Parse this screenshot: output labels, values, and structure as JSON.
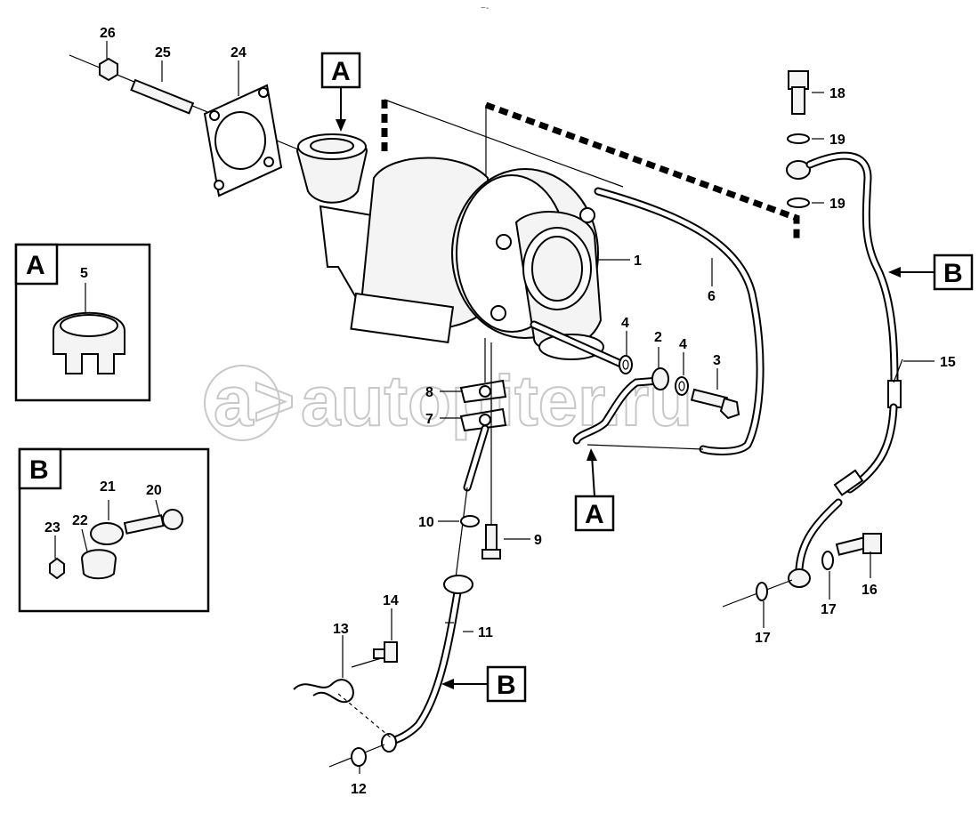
{
  "watermark": {
    "text": "autopiter.ru",
    "logo": "a>"
  },
  "top_mark": "~-",
  "callouts": {
    "p1": "1",
    "p2": "2",
    "p3": "3",
    "p4a": "4",
    "p4b": "4",
    "p5": "5",
    "p6": "6",
    "p7": "7",
    "p8": "8",
    "p9": "9",
    "p10": "10",
    "p11": "11",
    "p12": "12",
    "p13": "13",
    "p14": "14",
    "p15": "15",
    "p16": "16",
    "p17a": "17",
    "p17b": "17",
    "p18": "18",
    "p19a": "19",
    "p19b": "19",
    "p20": "20",
    "p21": "21",
    "p22": "22",
    "p23": "23",
    "p24": "24",
    "p25": "25",
    "p26": "26"
  },
  "view_markers": {
    "a_top": "A",
    "a_bottom": "A",
    "b_right": "B",
    "b_bottom": "B"
  },
  "detail_boxes": {
    "a": "A",
    "b": "B"
  }
}
